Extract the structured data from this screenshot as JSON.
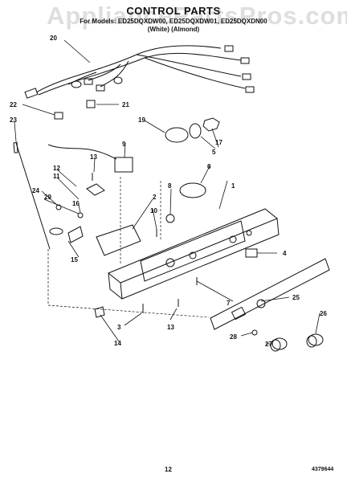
{
  "watermark": "AppliancePartsPros.com",
  "header": {
    "title": "CONTROL PARTS",
    "models": "For Models: ED25DQXDW00, ED25DQXDW01, ED25DQXDN00",
    "variants": "(White)       (Almond)"
  },
  "callouts": [
    "1",
    "2",
    "3",
    "4",
    "5",
    "6",
    "7",
    "8",
    "9",
    "10",
    "11",
    "12",
    "13",
    "13",
    "14",
    "15",
    "16",
    "17",
    "19",
    "20",
    "21",
    "22",
    "23",
    "24",
    "25",
    "26",
    "27",
    "28",
    "29"
  ],
  "footer": {
    "page": "12",
    "doc_number": "4379644"
  }
}
